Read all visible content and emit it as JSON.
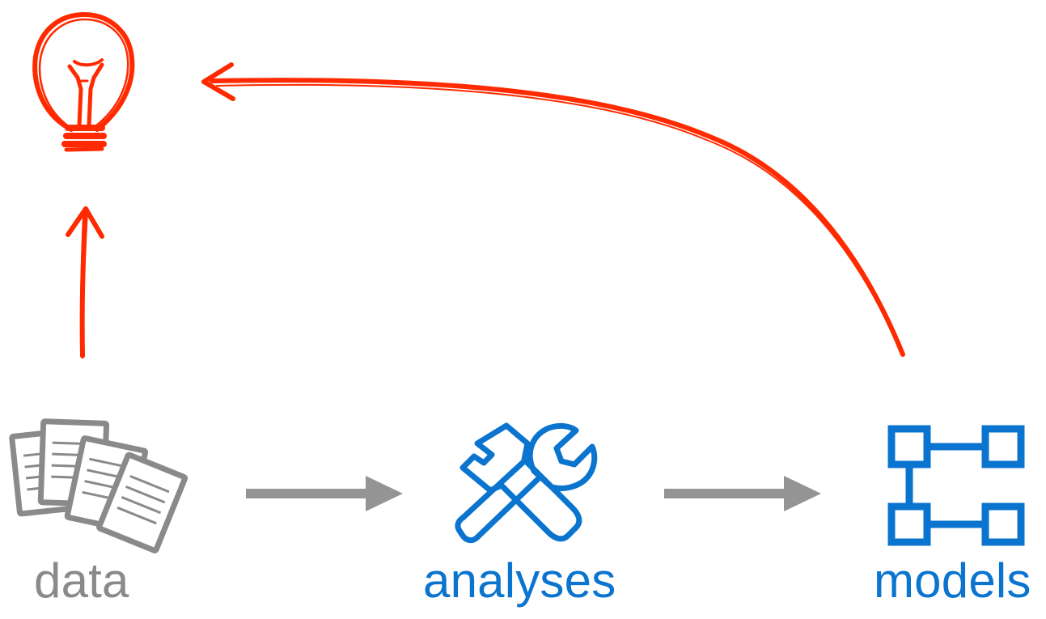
{
  "colors": {
    "data": "#8a8a8a",
    "analyses": "#0a74cf",
    "models": "#0a74cf",
    "flow_arrow": "#949494",
    "insight": "#ff2a00"
  },
  "nodes": {
    "data": {
      "label": "data",
      "icon": "documents-icon"
    },
    "analyses": {
      "label": "analyses",
      "icon": "tools-icon"
    },
    "models": {
      "label": "models",
      "icon": "network-icon"
    },
    "insight": {
      "label": "",
      "icon": "lightbulb-icon"
    }
  },
  "edges": [
    {
      "from": "data",
      "to": "analyses",
      "style": "solid-gray"
    },
    {
      "from": "analyses",
      "to": "models",
      "style": "solid-gray"
    },
    {
      "from": "data",
      "to": "insight",
      "style": "hand-drawn-red"
    },
    {
      "from": "models",
      "to": "insight",
      "style": "hand-drawn-red"
    }
  ]
}
